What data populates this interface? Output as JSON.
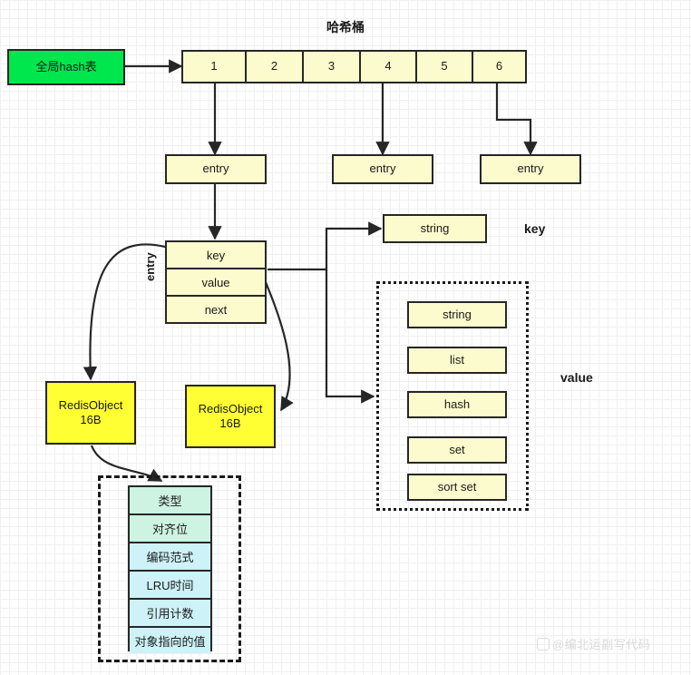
{
  "diagram": {
    "title": "哈希桶",
    "global_table": {
      "label": "全局hash表"
    },
    "buckets": [
      "1",
      "2",
      "3",
      "4",
      "5",
      "6"
    ],
    "entries": [
      "entry",
      "entry",
      "entry"
    ],
    "entry_fields": [
      "key",
      "value",
      "next"
    ],
    "entry_edge_label": "entry",
    "key_type_box": "string",
    "key_label": "key",
    "value_label": "value",
    "value_types": [
      "string",
      "list",
      "hash",
      "set",
      "sort set"
    ],
    "redis_objects": [
      {
        "name": "RedisObject",
        "size": "16B"
      },
      {
        "name": "RedisObject",
        "size": "16B"
      }
    ],
    "object_fields": [
      "类型",
      "对齐位",
      "编码范式",
      "LRU时间",
      "引用计数",
      "对象指向的值"
    ],
    "watermark": "@编北运副写代码"
  },
  "colors": {
    "bright_green": "#00e64d",
    "bright_yellow": "#ffff33",
    "pale_yellow": "#fbfbcd",
    "mint": "#cdf3e2",
    "cyan": "#cdf2f7",
    "stroke": "#262626"
  }
}
